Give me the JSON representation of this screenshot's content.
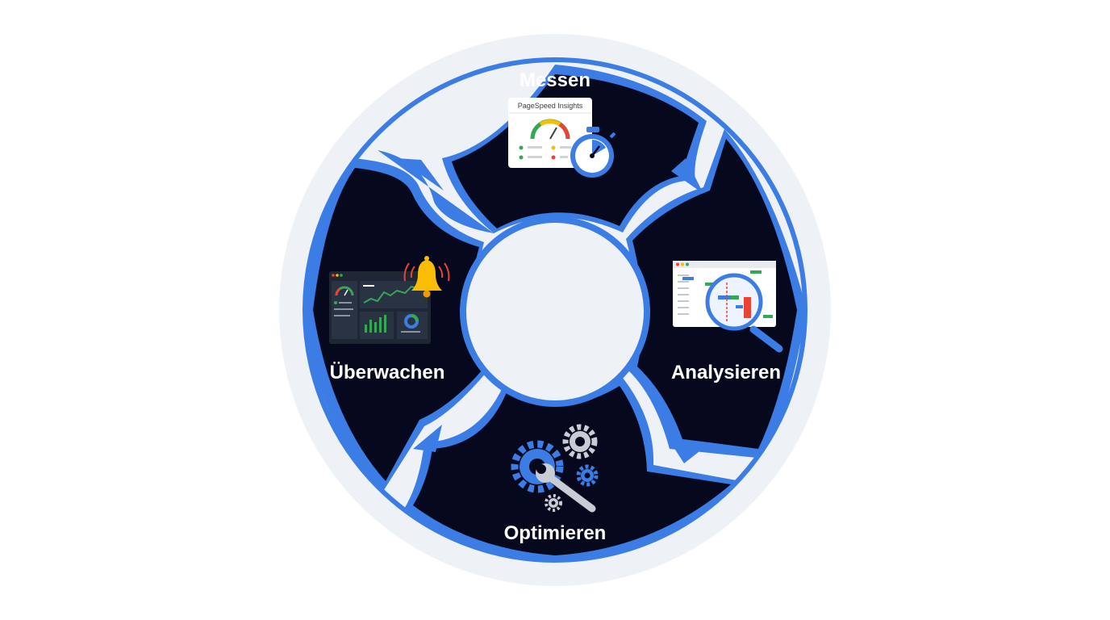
{
  "diagram": {
    "stages": [
      {
        "id": "messen",
        "label": "Messen"
      },
      {
        "id": "analysieren",
        "label": "Analysieren"
      },
      {
        "id": "optimieren",
        "label": "Optimieren"
      },
      {
        "id": "ueberwachen",
        "label": "Überwachen"
      }
    ],
    "messen_icon": {
      "card_title": "PageSpeed Insights"
    },
    "colors": {
      "ring_outer": "#eef1f5",
      "segment_fill": "#06091e",
      "accent_blue": "#3b7de5",
      "hub": "#eef1f5",
      "text": "#ffffff"
    }
  }
}
